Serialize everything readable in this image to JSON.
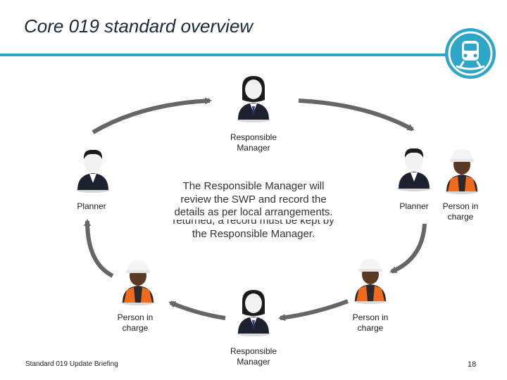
{
  "slide": {
    "title": "Core 019 standard overview",
    "footer": "Standard 019 Update Briefing",
    "page_number": "18"
  },
  "colors": {
    "accent": "#2da6c8",
    "arrow": "#666666",
    "vest": "#f26b1d"
  },
  "logo": {
    "icon": "train-icon"
  },
  "roles": {
    "rm_top": "Responsible Manager",
    "rm_bottom": "Responsible Manager",
    "planner_left": "Planner",
    "planner_right": "Planner",
    "pic_right": "Person in charge",
    "pic_bottom_left": "Person in charge",
    "pic_bottom_right": "Person in charge"
  },
  "center_text": {
    "line1": "The Responsible Manager will",
    "line2": "review the SWP and record the",
    "line3": "details as per local arrangements.",
    "line4": "returned, a record must be kept by",
    "line5": "the Responsible Manager."
  }
}
